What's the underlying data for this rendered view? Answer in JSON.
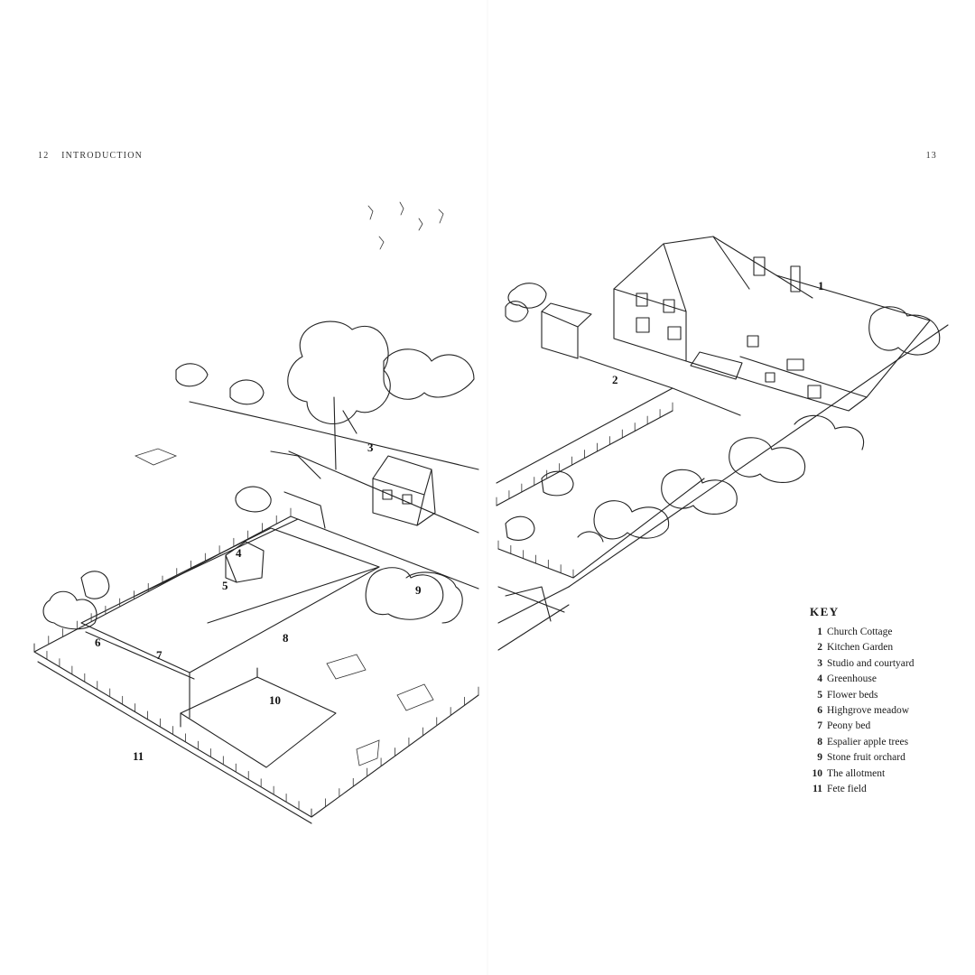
{
  "page": {
    "left_number": "12",
    "left_running_head": "INTRODUCTION",
    "right_number": "13"
  },
  "plan_labels": [
    "1",
    "2",
    "3",
    "4",
    "5",
    "6",
    "7",
    "8",
    "9",
    "10",
    "11"
  ],
  "key": {
    "title": "KEY",
    "items": [
      {
        "n": "1",
        "label": "Church Cottage"
      },
      {
        "n": "2",
        "label": "Kitchen Garden"
      },
      {
        "n": "3",
        "label": "Studio and courtyard"
      },
      {
        "n": "4",
        "label": "Greenhouse"
      },
      {
        "n": "5",
        "label": "Flower beds"
      },
      {
        "n": "6",
        "label": "Highgrove meadow"
      },
      {
        "n": "7",
        "label": "Peony bed"
      },
      {
        "n": "8",
        "label": "Espalier apple trees"
      },
      {
        "n": "9",
        "label": "Stone fruit orchard"
      },
      {
        "n": "10",
        "label": "The allotment"
      },
      {
        "n": "11",
        "label": "Fete field"
      }
    ]
  }
}
